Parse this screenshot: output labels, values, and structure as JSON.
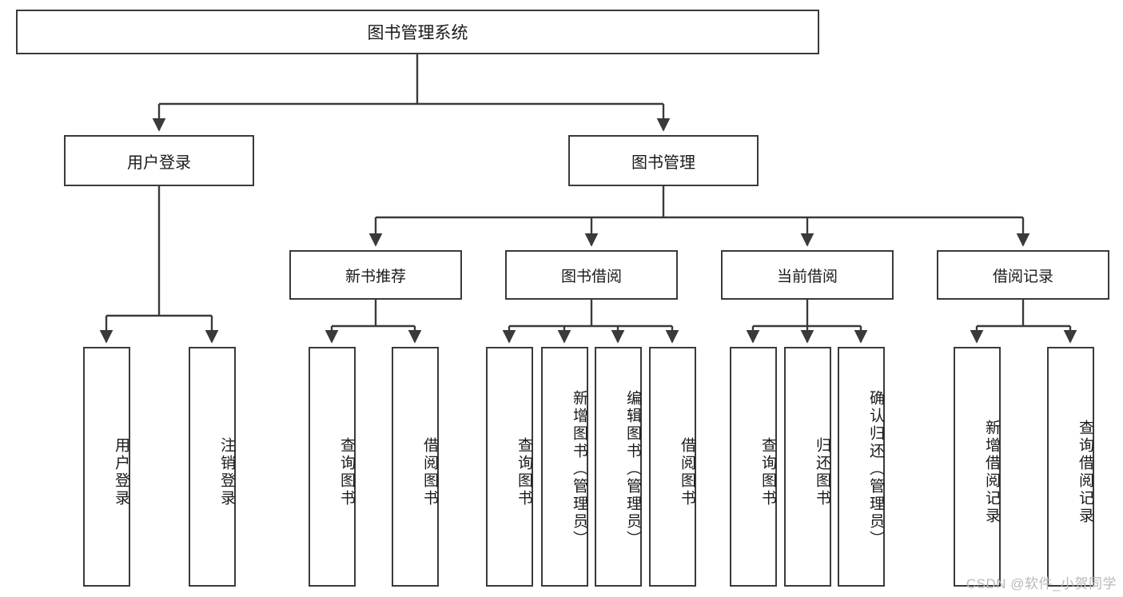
{
  "diagram": {
    "title": "图书管理系统",
    "type": "tree-hierarchy-chart",
    "colors": {
      "border": "#3a3a3a",
      "background": "#ffffff",
      "text": "#1a1a1a",
      "watermark": "#b9b9b9"
    },
    "root": {
      "label": "图书管理系统"
    },
    "level1": [
      {
        "label": "用户登录"
      },
      {
        "label": "图书管理"
      }
    ],
    "level2": [
      {
        "label": "新书推荐"
      },
      {
        "label": "图书借阅"
      },
      {
        "label": "当前借阅"
      },
      {
        "label": "借阅记录"
      }
    ],
    "leaves": {
      "user_login": [
        {
          "label": "用户登录"
        },
        {
          "label": "注销登录"
        }
      ],
      "new_book_recommend": [
        {
          "label": "查询图书"
        },
        {
          "label": "借阅图书"
        }
      ],
      "book_borrow": [
        {
          "label": "查询图书"
        },
        {
          "label": "新增图书（管理员）"
        },
        {
          "label": "编辑图书（管理员）"
        },
        {
          "label": "借阅图书"
        }
      ],
      "current_borrow": [
        {
          "label": "查询图书"
        },
        {
          "label": "归还图书"
        },
        {
          "label": "确认归还（管理员）"
        }
      ],
      "borrow_record": [
        {
          "label": "新增借阅记录"
        },
        {
          "label": "查询借阅记录"
        }
      ]
    }
  },
  "watermark": {
    "text": "CSDN @软件_小贺同学"
  }
}
